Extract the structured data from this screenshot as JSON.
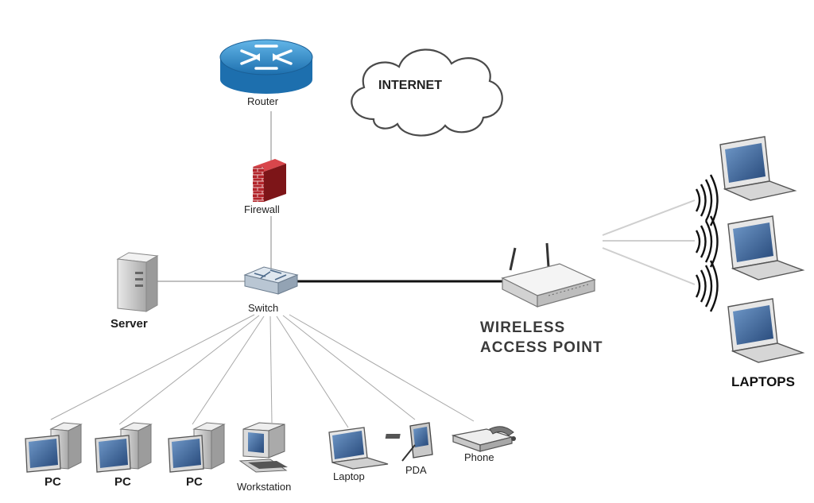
{
  "diagram": {
    "nodes": {
      "internet": "INTERNET",
      "router": "Router",
      "firewall": "Firewall",
      "switch": "Switch",
      "server": "Server",
      "pc1": "PC",
      "pc2": "PC",
      "pc3": "PC",
      "workstation": "Workstation",
      "laptop": "Laptop",
      "pda": "PDA",
      "phone": "Phone",
      "wap_line1": "WIRELESS",
      "wap_line2": "ACCESS POINT",
      "laptops": "LAPTOPS"
    },
    "icons": [
      "router-icon",
      "cloud-icon",
      "firewall-icon",
      "switch-icon",
      "server-icon",
      "pc-icon",
      "workstation-icon",
      "laptop-icon",
      "pda-icon",
      "phone-icon",
      "wireless-access-point-icon",
      "wireless-signal-icon"
    ],
    "colors": {
      "router": "#2d86c4",
      "firewall": "#b2242a",
      "wired_link": "#9a9a9a",
      "uplink": "#111111",
      "wireless_link": "#cfcfcf"
    }
  }
}
